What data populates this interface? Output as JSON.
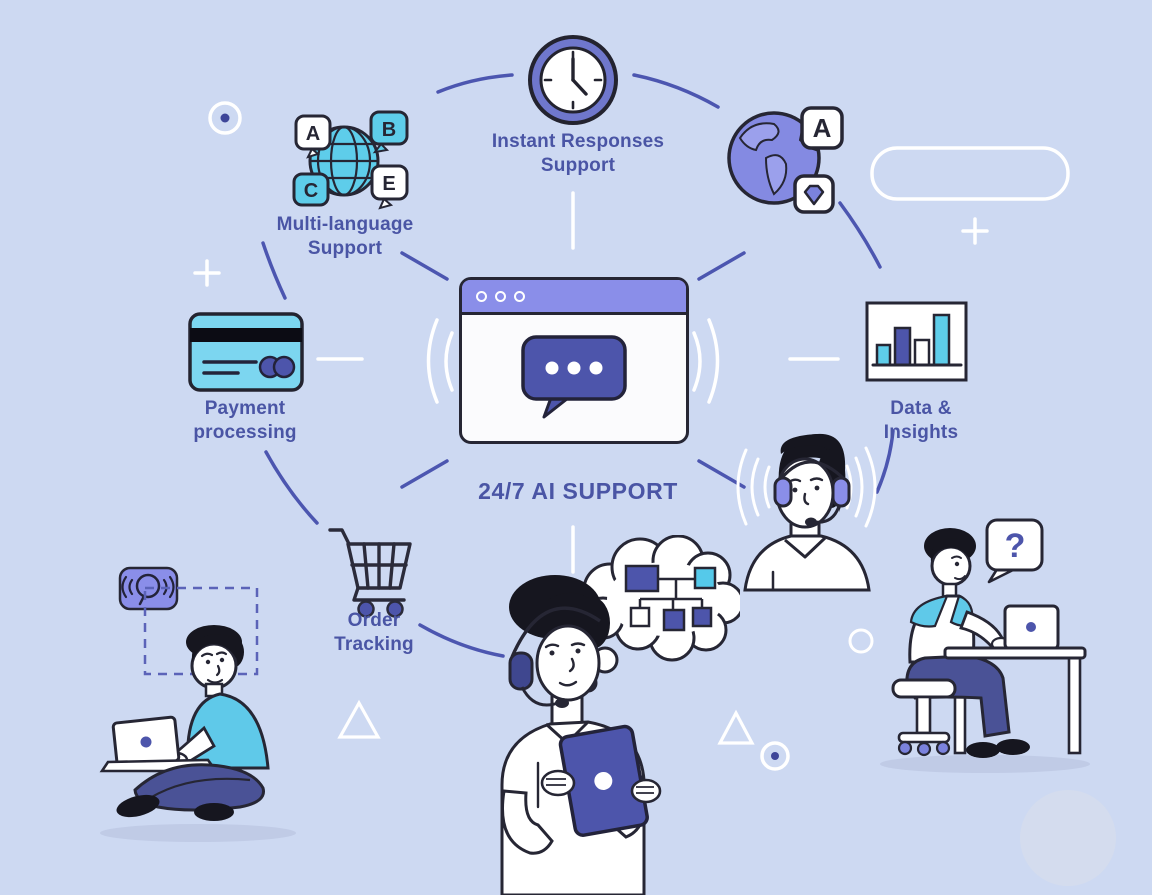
{
  "scene": {
    "background_color": "#cdd9f2",
    "description": "24/7 AI support illustration with feature icons arranged around a central chat window"
  },
  "colors": {
    "text": "#4a55a5",
    "outline": "#262634",
    "indigo": "#4d55ab",
    "purple_ui": "#8a8ee9",
    "cyan": "#5ecdea",
    "cyan_light": "#7cd6f0",
    "navy": "#4a5296",
    "arc_line": "#4c56b0",
    "shadow": "#bdc8e4"
  },
  "center_widget": {
    "label": "24/7 AI SUPPORT",
    "icon": "chat-window-icon",
    "window_dots": 3
  },
  "features": {
    "instant": {
      "label": "Instant Responses\nSupport",
      "icon": "clock-icon"
    },
    "multi_language": {
      "label": "Multi-language\nSupport",
      "icon": "language-globe-icon",
      "bubbles": [
        "A",
        "B",
        "C",
        "E"
      ]
    },
    "payment": {
      "label": "Payment\nprocessing",
      "icon": "credit-card-icon"
    },
    "order": {
      "label": "Order\nTracking",
      "icon": "shopping-cart-icon"
    },
    "data": {
      "label": "Data &\nInsights",
      "icon": "bar-chart-icon"
    }
  },
  "illustrations": {
    "translation_globe": {
      "icon": "globe-icon",
      "letter": "A",
      "gem": "diamond-icon"
    },
    "support_agent": {
      "icon": "agent-headset-icon"
    },
    "customer_tablet": {
      "icon": "thought-cloud-flowchart-icon"
    },
    "customer_laptop_floor": {
      "icon": "voice-assistant-icon"
    },
    "customer_desk": {
      "icon": "question-bubble-icon",
      "question": "?"
    }
  },
  "icons": {
    "clock-icon": "round clock, hands at 12 and 4:30",
    "language-globe-icon": "cyan wireframe globe with letter speech bubbles",
    "credit-card-icon": "cyan card with black magstripe and two overlapping circles",
    "shopping-cart-icon": "outline cart with indigo wheels",
    "bar-chart-icon": "card with 4 bars (cyan, indigo, white, cyan)",
    "globe-icon": "purple earth globe with A box and diamond box",
    "chat-window-icon": "browser window with indigo chat bubble and three dots",
    "voice-assistant-icon": "purple tile with speech balloon and sound waves",
    "question-bubble-icon": "speech bubble with indigo question mark",
    "thought-cloud-flowchart-icon": "thought cloud containing a flowchart"
  }
}
